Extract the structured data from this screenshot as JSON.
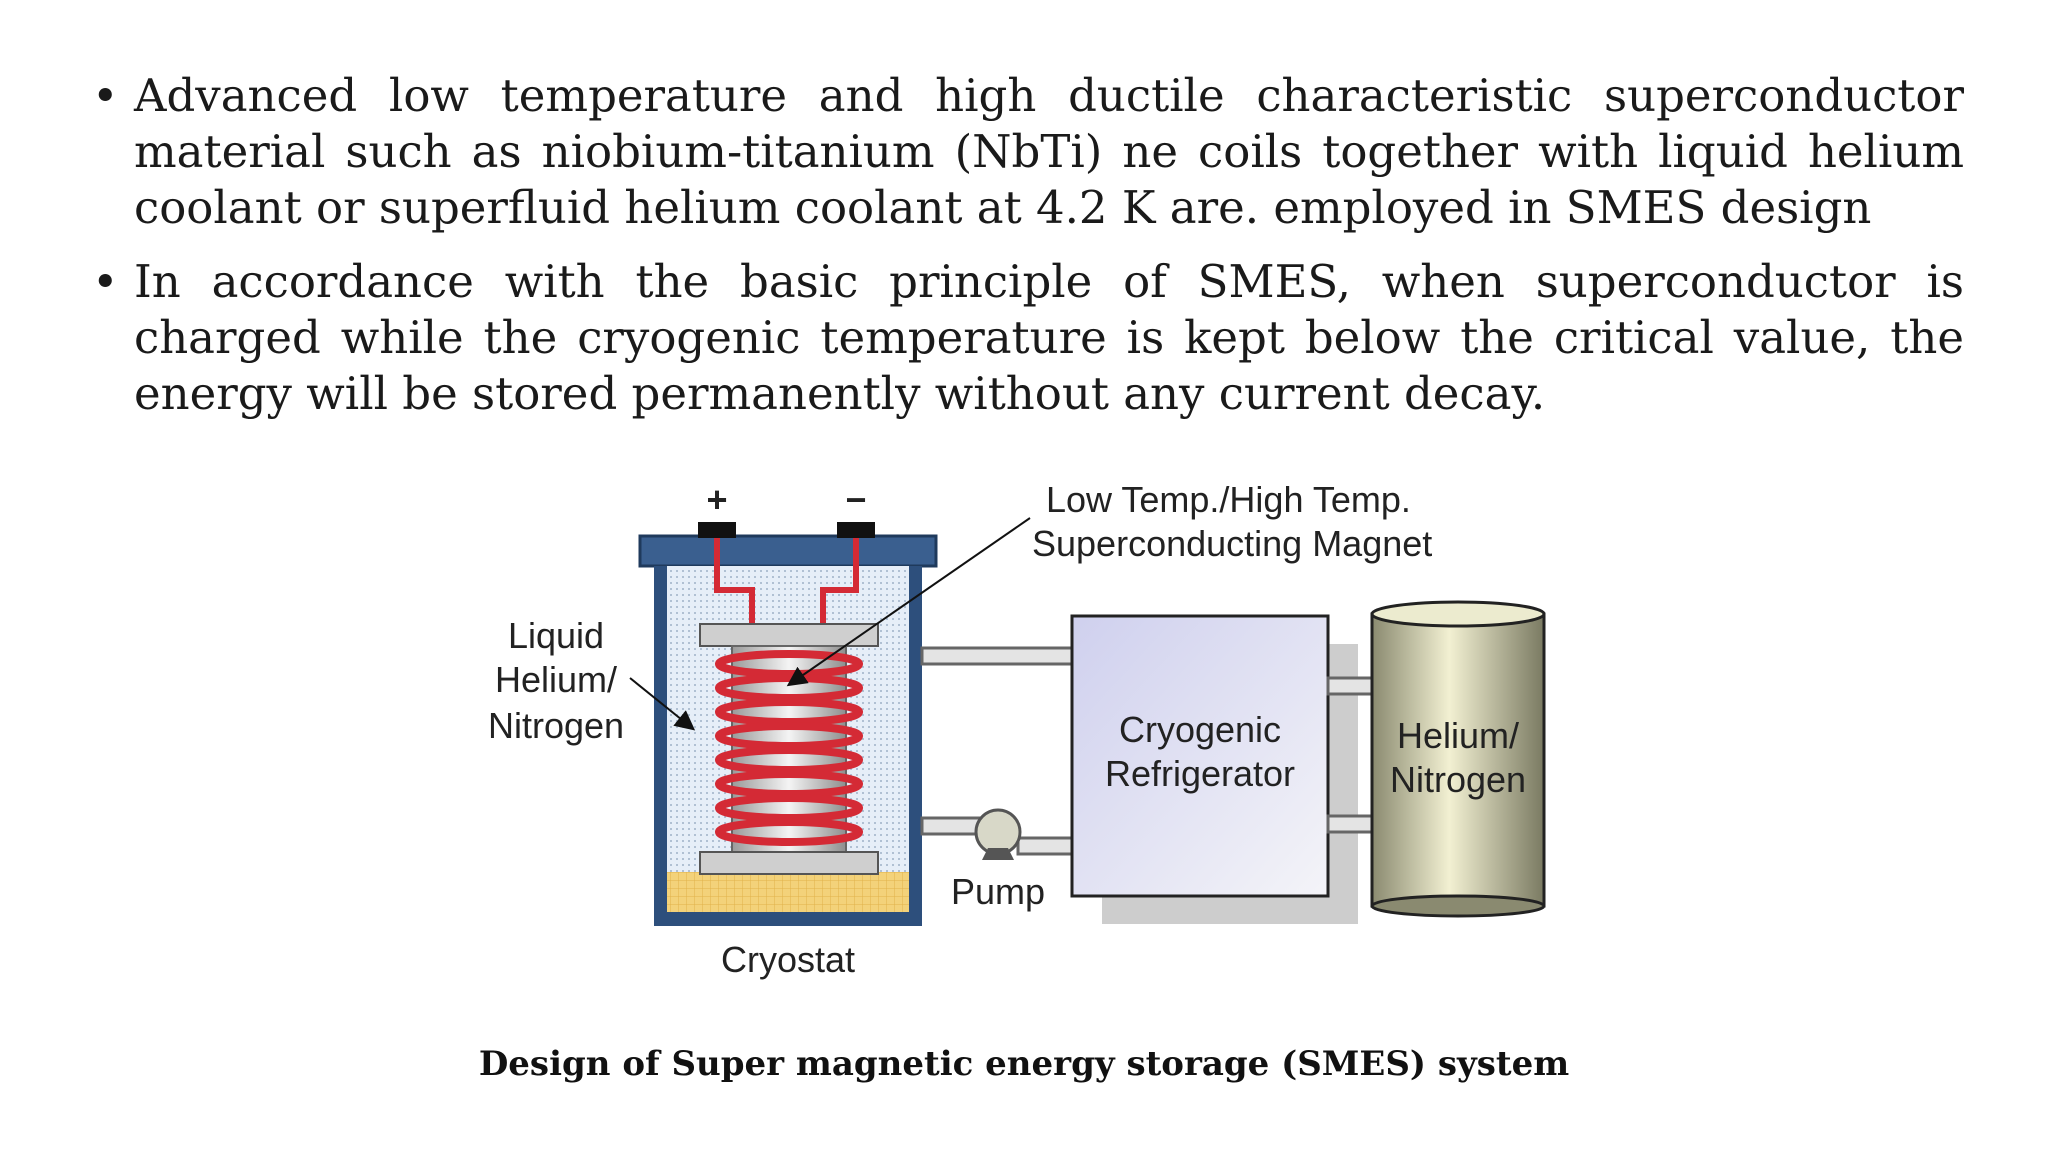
{
  "bullets": [
    "Advanced low temperature and high ductile characteristic superconductor material such as niobium-titanium (NbTi) ne coils together with liquid helium coolant or superfluid helium coolant at 4.2 K are. employed in SMES design",
    "In accordance with the basic principle of SMES, when superconductor is charged while the cryogenic temperature is kept below the critical value, the energy will be stored permanently without any current decay."
  ],
  "bullet_symbol": "•",
  "diagram": {
    "plus": "+",
    "minus": "−",
    "magnet_label_line1": "Low Temp./High Temp.",
    "magnet_label_line2": "Superconducting Magnet",
    "liquid_label_line1": "Liquid",
    "liquid_label_line2": "Helium/",
    "liquid_label_line3": "Nitrogen",
    "refrigerator_line1": "Cryogenic",
    "refrigerator_line2": "Refrigerator",
    "tank_line1": "Helium/",
    "tank_line2": "Nitrogen",
    "pump_label": "Pump",
    "cryostat_label": "Cryostat",
    "colors": {
      "cryostat_wall": "#2d4f7c",
      "coil": "#d42a35",
      "refrigerator_fill": "#dcdcf0",
      "tank_fill": "#d8d6a8",
      "insulation": "#f0cf6a"
    }
  },
  "caption": "Design of Super magnetic energy storage (SMES) system"
}
